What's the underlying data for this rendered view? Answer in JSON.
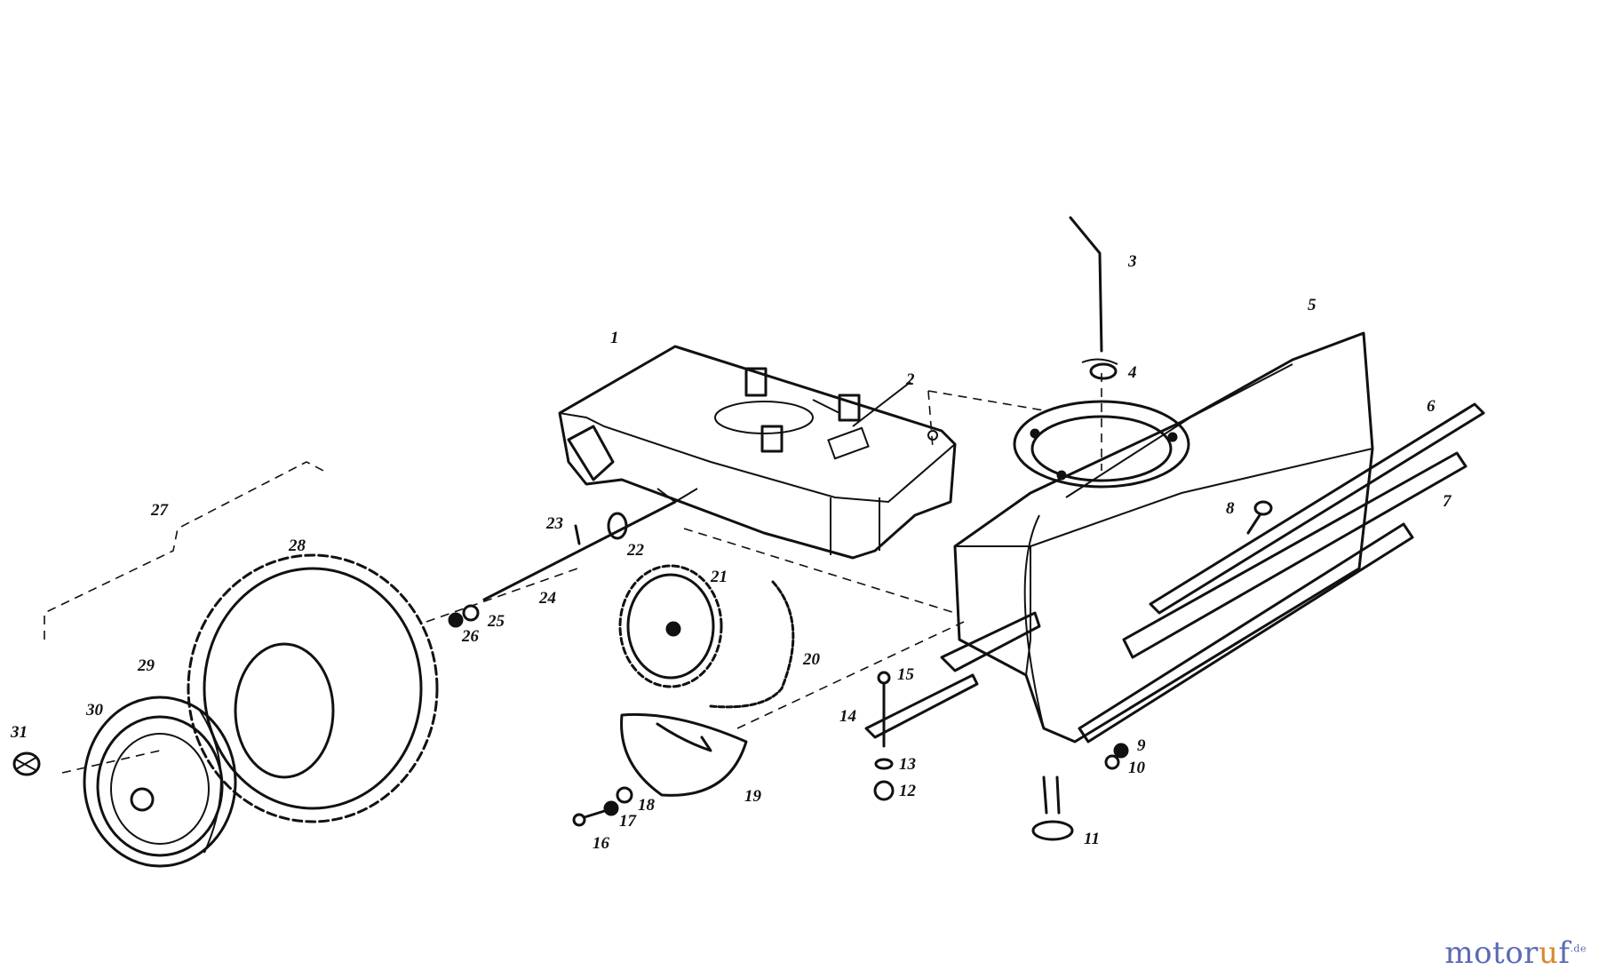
{
  "labels": [
    "1",
    "2",
    "3",
    "4",
    "5",
    "6",
    "7",
    "8",
    "9",
    "10",
    "11",
    "12",
    "13",
    "14",
    "15",
    "16",
    "17",
    "18",
    "19",
    "20",
    "21",
    "22",
    "23",
    "24",
    "25",
    "26",
    "27",
    "28",
    "29",
    "30",
    "31"
  ],
  "watermark": {
    "brand_a": "motor",
    "brand_b": "u",
    "brand_c": "f",
    "suffix": ".de",
    "color_a": "#5b6ab3",
    "color_b": "#d9882a"
  }
}
